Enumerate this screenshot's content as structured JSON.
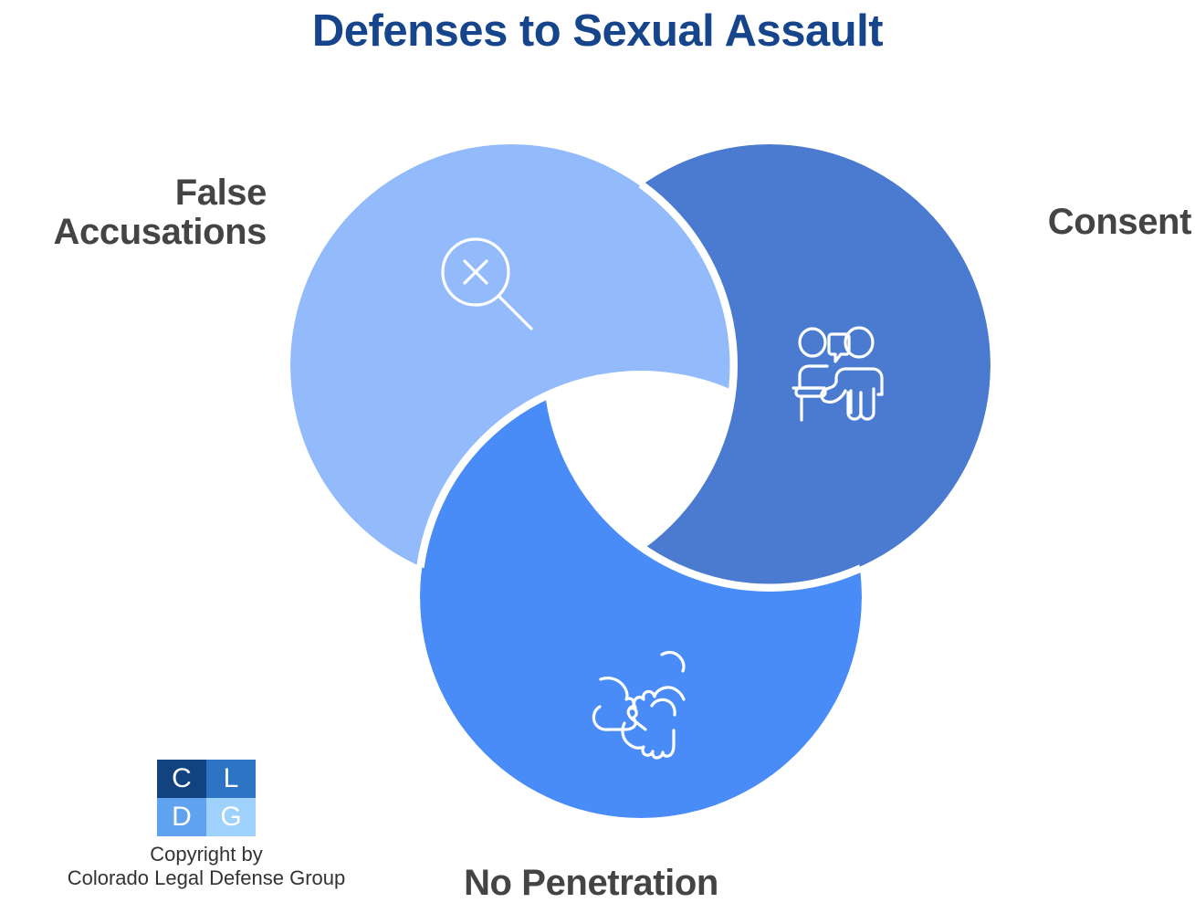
{
  "title": "Defenses to Sexual Assault",
  "colors": {
    "title_blue": "#16458C",
    "label_gray": "#444444",
    "circle_light_blue": "#93BBFC",
    "circle_dark_blue": "#4A7BD0",
    "circle_medium_blue": "#4A8CF7",
    "stroke_white": "#FFFFFF",
    "logo_c": "#12437E",
    "logo_l": "#2E74C4",
    "logo_d": "#5FA2F0",
    "logo_g": "#9ED1FB"
  },
  "chart_data": {
    "type": "venn",
    "title": "Defenses to Sexual Assault",
    "sets": [
      {
        "id": "false-accusations",
        "label": "False\nAccusations",
        "color": "#93BBFC",
        "icon": "magnifier-x-icon",
        "label_position": "left"
      },
      {
        "id": "consent",
        "label": "Consent",
        "color": "#4A7BD0",
        "icon": "two-people-speech-icon",
        "label_position": "right"
      },
      {
        "id": "no-penetration",
        "label": "No Penetration",
        "color": "#4A8CF7",
        "icon": "interlocking-hands-icon",
        "label_position": "bottom"
      }
    ],
    "legend": "none",
    "grid": false
  },
  "labels": {
    "false_accusations": "False\nAccusations",
    "consent": "Consent",
    "no_penetration": "No Penetration"
  },
  "logo": {
    "cells": [
      "C",
      "L",
      "D",
      "G"
    ],
    "copyright": "Copyright by\nColorado Legal Defense Group"
  }
}
